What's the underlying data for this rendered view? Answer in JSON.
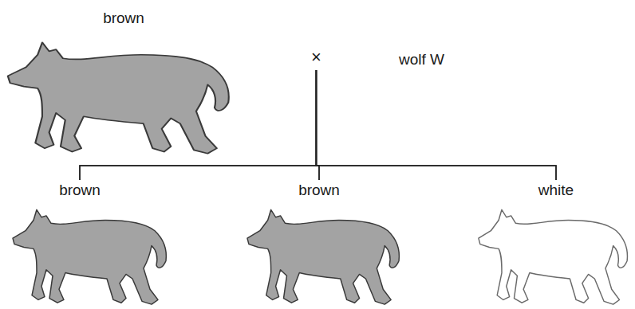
{
  "diagram": {
    "nodes": [
      {
        "text": [
          "brown"
        ]
      },
      {
        "text": [
          "wolf W"
        ]
      },
      {
        "text": [
          "brown"
        ]
      },
      {
        "text": [
          "brown"
        ]
      },
      {
        "text": [
          "white"
        ]
      }
    ],
    "edges": [
      {
        "from": 0,
        "to": 2,
        "arrow": "none"
      },
      {
        "from": 0,
        "to": 3,
        "arrow": "none"
      },
      {
        "from": 0,
        "to": 4,
        "arrow": "none"
      },
      {
        "from": 1,
        "to": 2,
        "arrow": "none"
      },
      {
        "from": 1,
        "to": 3,
        "arrow": "none"
      },
      {
        "from": 1,
        "to": 4,
        "arrow": "none"
      }
    ],
    "labels": [
      "×"
    ]
  }
}
